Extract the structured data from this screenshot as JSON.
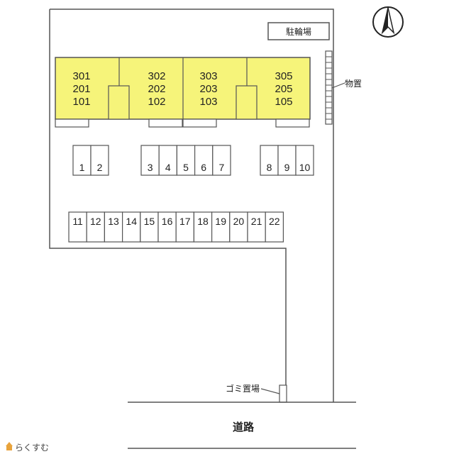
{
  "colors": {
    "building_fill": "#f6f47a",
    "line": "#555555",
    "text": "#222222",
    "brand_icon": "#e8a33c"
  },
  "north_arrow": {
    "icon": "north-arrow-icon"
  },
  "bicycle_parking_label": "駐輪場",
  "storage_label": "物置",
  "garbage_label": "ゴミ置場",
  "road_label": "道路",
  "brand": {
    "icon": "house-icon",
    "name": "らくすむ"
  },
  "building": {
    "units": [
      {
        "top": "301",
        "middle": "201",
        "bottom": "101"
      },
      {
        "top": "302",
        "middle": "202",
        "bottom": "102"
      },
      {
        "top": "303",
        "middle": "203",
        "bottom": "103"
      },
      {
        "top": "305",
        "middle": "205",
        "bottom": "105"
      }
    ]
  },
  "parking": {
    "group_a": [
      "1",
      "2"
    ],
    "group_b": [
      "3",
      "4",
      "5",
      "6",
      "7"
    ],
    "group_c": [
      "8",
      "9",
      "10"
    ],
    "row2": [
      "11",
      "12",
      "13",
      "14",
      "15",
      "16",
      "17",
      "18",
      "19",
      "20",
      "21",
      "22"
    ]
  }
}
